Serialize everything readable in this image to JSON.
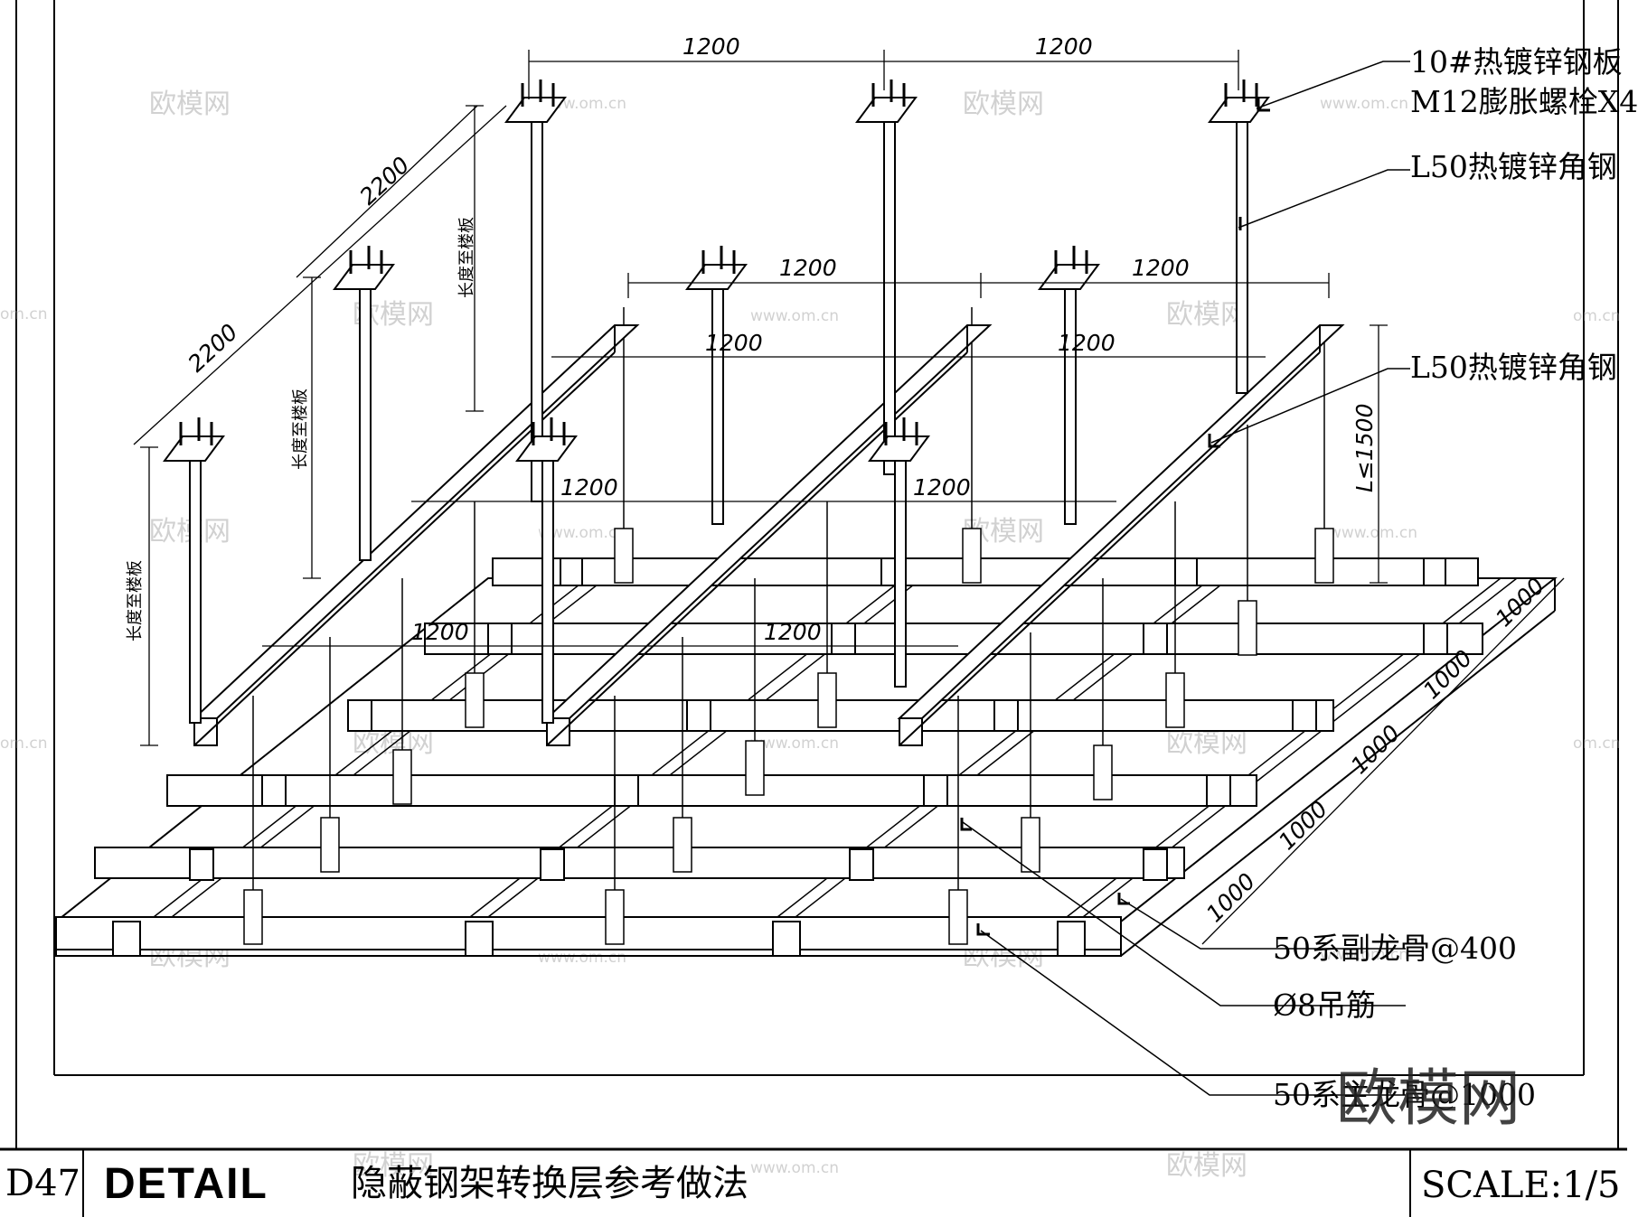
{
  "callouts": {
    "plate": "10#热镀锌钢板",
    "bolt": "M12膨胀螺栓X4",
    "angle_upper": "L50热镀锌角钢",
    "angle_lower": "L50热镀锌角钢",
    "sub_keel": "50系副龙骨@400",
    "hanger": "Ø8吊筋",
    "main_keel": "50系主龙骨@1000"
  },
  "dimensions": {
    "top_1": "1200",
    "top_2": "1200",
    "row2_top_1": "1200",
    "row2_top_2": "1200",
    "row2_mid_1": "1200",
    "row2_mid_2": "1200",
    "row3_1": "1200",
    "row3_2": "1200",
    "row4_1": "1200",
    "row4_2": "1200",
    "diag_1": "2200",
    "diag_2": "2200",
    "limit": "L≤1500",
    "keel_1": "1000",
    "keel_2": "1000",
    "keel_3": "1000",
    "keel_4": "1000",
    "keel_5": "1000"
  },
  "vertical_notes": {
    "note_1": "长度至楼板",
    "note_2": "长度至楼板",
    "note_3": "长度至楼板"
  },
  "watermarks": {
    "mark": "欧模网",
    "url": "www.om.cn",
    "url_edge": "om.cn",
    "brand": "欧模网"
  },
  "title_block": {
    "code": "D47",
    "label": "DETAIL",
    "title": "隐蔽钢架转换层参考做法",
    "scale": "SCALE:1/5"
  }
}
